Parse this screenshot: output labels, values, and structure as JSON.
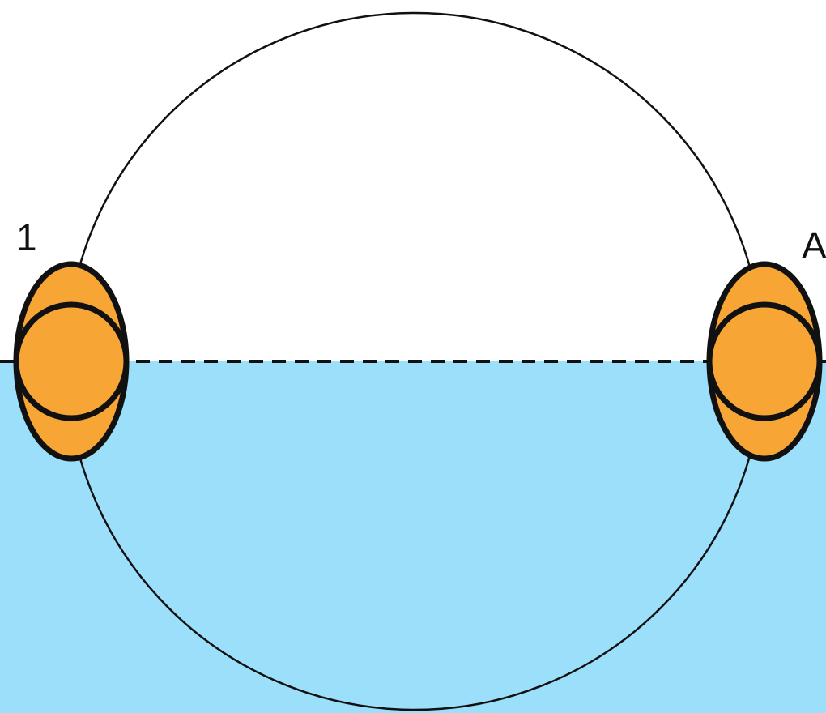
{
  "labels": {
    "left_node": "1",
    "right_node": "A"
  },
  "colors": {
    "water": "#9cdffa",
    "node_fill": "#f7a636",
    "outline": "#111111",
    "background": "#ffffff"
  },
  "elements": {
    "upper_region": "white",
    "lower_region": "light blue",
    "divider_line": "dashed",
    "node_shape": "orange orbital-like overlapping ellipses"
  }
}
